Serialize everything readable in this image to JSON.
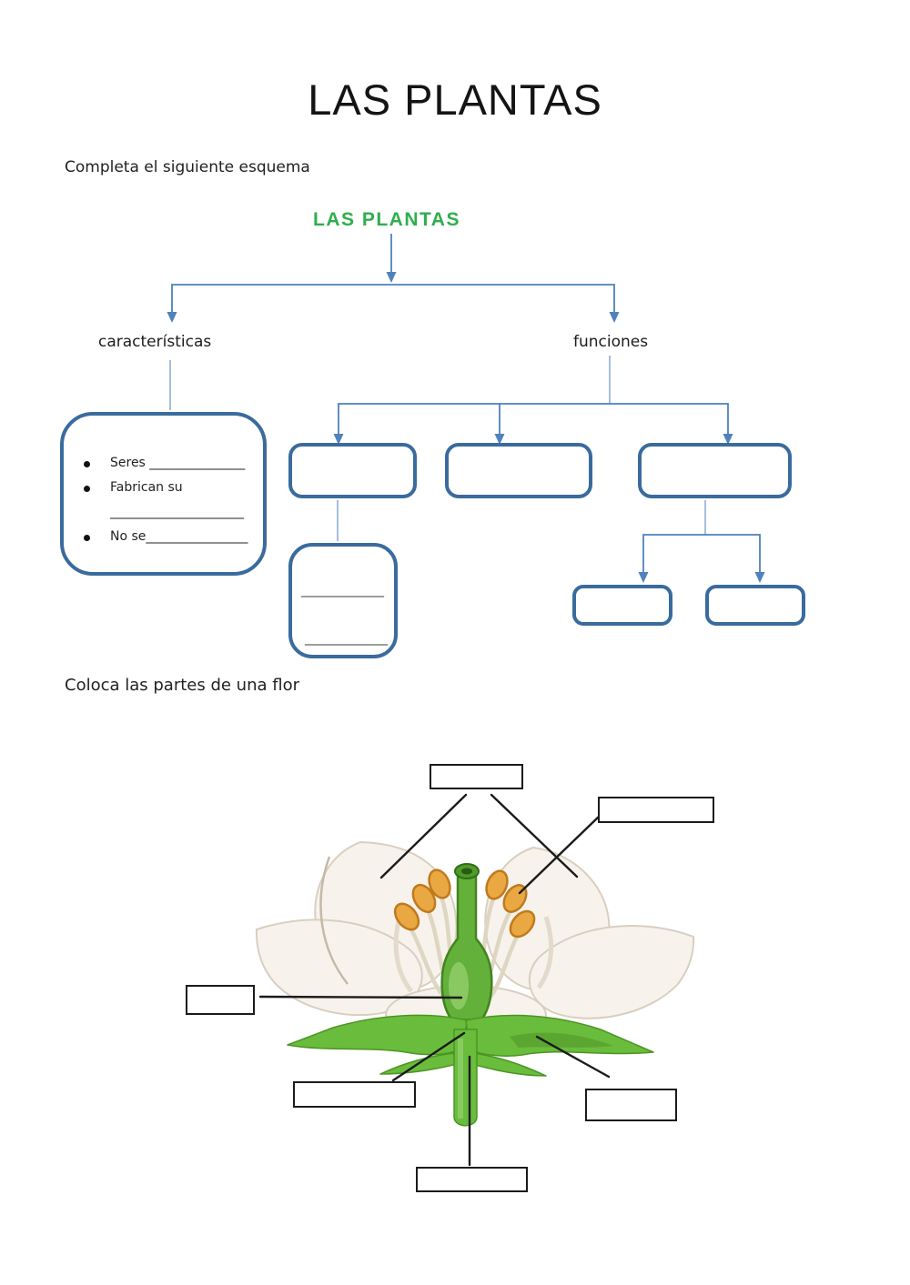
{
  "page": {
    "title": "LAS PLANTAS",
    "background": "#ffffff"
  },
  "esquema": {
    "instruction": "Completa el siguiente esquema",
    "root": {
      "label": "LAS PLANTAS",
      "color": "#2fae4e"
    },
    "branch_left": "características",
    "branch_right": "funciones",
    "caracteristicas_box": {
      "bullets": [
        "Seres _______________",
        "Fabrican su",
        "_____________________",
        "No se________________"
      ]
    },
    "funciones_boxes": [
      "",
      "",
      ""
    ],
    "sub_box": {
      "lines": [
        "_____________",
        "_____________"
      ]
    },
    "leaf_boxes": [
      "",
      ""
    ]
  },
  "flor": {
    "instruction": "Coloca las partes de una flor",
    "labels": [
      {
        "id": "top",
        "value": ""
      },
      {
        "id": "right",
        "value": ""
      },
      {
        "id": "left",
        "value": ""
      },
      {
        "id": "bottom-left",
        "value": ""
      },
      {
        "id": "bottom-right",
        "value": ""
      },
      {
        "id": "bottom-center",
        "value": ""
      }
    ]
  },
  "colors": {
    "connector_blue": "#4f81bd",
    "connector_blue_light": "#86a9d4",
    "box_border_blue": "#3a6b9d",
    "pointer_black": "#1b1b1b",
    "sepal_green": "#6abc3d",
    "pistil_green": "#63b13a",
    "anther_orange": "#e9a841",
    "petal_cream": "#f7f3ec"
  }
}
